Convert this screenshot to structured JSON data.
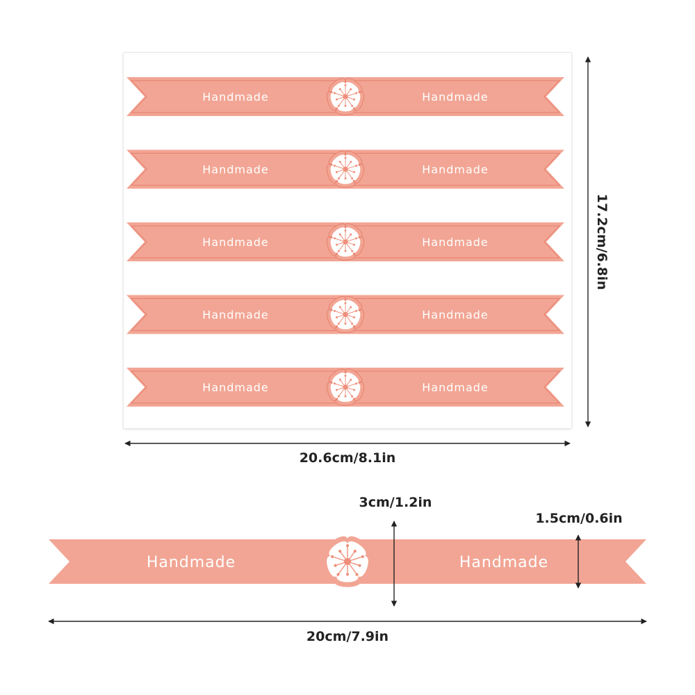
{
  "label_text": "Handmade",
  "sheet": {
    "rows": 5,
    "width_label": "20.6cm/8.1in",
    "height_label": "17.2cm/6.8in"
  },
  "single_label": {
    "length_label": "20cm/7.9in",
    "flower_height_label": "3cm/1.2in",
    "band_height_label": "1.5cm/0.6in"
  },
  "colors": {
    "band": "#f2a594",
    "outline": "#e7806d",
    "flower": "#ffffff",
    "stamen": "#ef8f7b",
    "dimension_line": "#222222"
  }
}
